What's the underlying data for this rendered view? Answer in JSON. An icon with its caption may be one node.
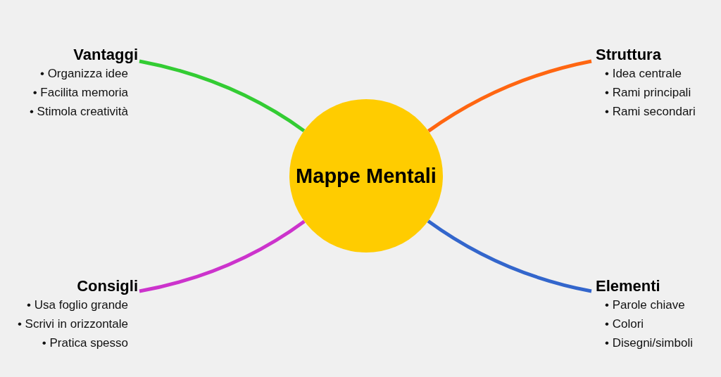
{
  "diagram": {
    "nodes": [
      {
        "text": [
          "Mappe Mentali"
        ]
      },
      {
        "text": [
          "Vantaggi",
          "• Organizza idee",
          "• Facilita memoria",
          "• Stimola creatività"
        ]
      },
      {
        "text": [
          "Struttura",
          "• Idea centrale",
          "• Rami principali",
          "• Rami secondari"
        ]
      },
      {
        "text": [
          "Consigli",
          "• Usa foglio grande",
          "• Scrivi in orizzontale",
          "• Pratica spesso"
        ]
      },
      {
        "text": [
          "Elementi",
          "• Parole chiave",
          "• Colori",
          "• Disegni/simboli"
        ]
      }
    ],
    "edges": [
      {
        "from": 0,
        "to": 1,
        "arrow": "none",
        "color": "#33cc33"
      },
      {
        "from": 0,
        "to": 2,
        "arrow": "none",
        "color": "#ff6611"
      },
      {
        "from": 0,
        "to": 3,
        "arrow": "none",
        "color": "#cc33cc"
      },
      {
        "from": 0,
        "to": 4,
        "arrow": "none",
        "color": "#3366cc"
      }
    ]
  }
}
